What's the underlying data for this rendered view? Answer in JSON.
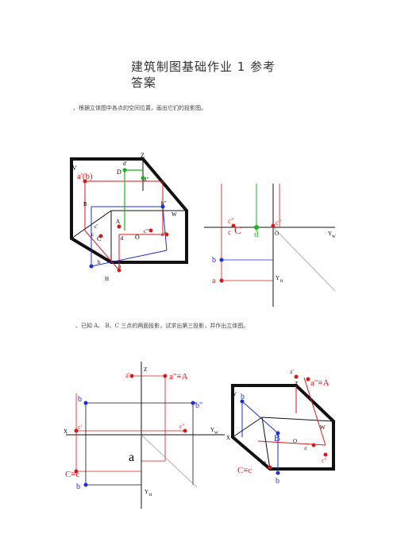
{
  "page": {
    "title_line1": "建筑制图基础作业 1 参考",
    "title_line2": "答案",
    "q1": "、根据立体图中各点的空间位置，画出它们的投影图。",
    "q2": "、已知 A、 B、C 三点的两面投影，试求出第三投影，并作出立体图。"
  },
  "fig1": {
    "cube_labels": [
      "Z",
      "V",
      "a'(b)",
      "D",
      "d'",
      "d\"",
      "B",
      "b\"",
      "W",
      "A",
      "c'",
      "c",
      "C",
      "d",
      "O",
      "c\"",
      "a\"",
      "b",
      "a",
      "H"
    ],
    "proj_labels": [
      "c\"",
      "c",
      "C",
      "d",
      "c\"",
      "O",
      "Y",
      "W",
      "b",
      "a",
      "Y",
      "H"
    ]
  },
  "fig2": {
    "proj_labels": [
      "a'",
      "Z",
      "a\"≡A",
      "b",
      "b\"",
      "X",
      "c'",
      "c\"",
      "Y",
      "W",
      "a",
      "C≡c",
      "b",
      "Y",
      "H"
    ],
    "cube_labels": [
      "a'",
      "a\"≡A",
      "V",
      "b",
      "Z",
      "X",
      "B",
      "O",
      "W",
      "a",
      "c\"",
      "C≡c",
      "H",
      "b"
    ]
  },
  "colors": {
    "red": "#d61a1a",
    "blue": "#1a2fd6",
    "green": "#19b319",
    "black": "#111111",
    "grey": "#999999"
  }
}
